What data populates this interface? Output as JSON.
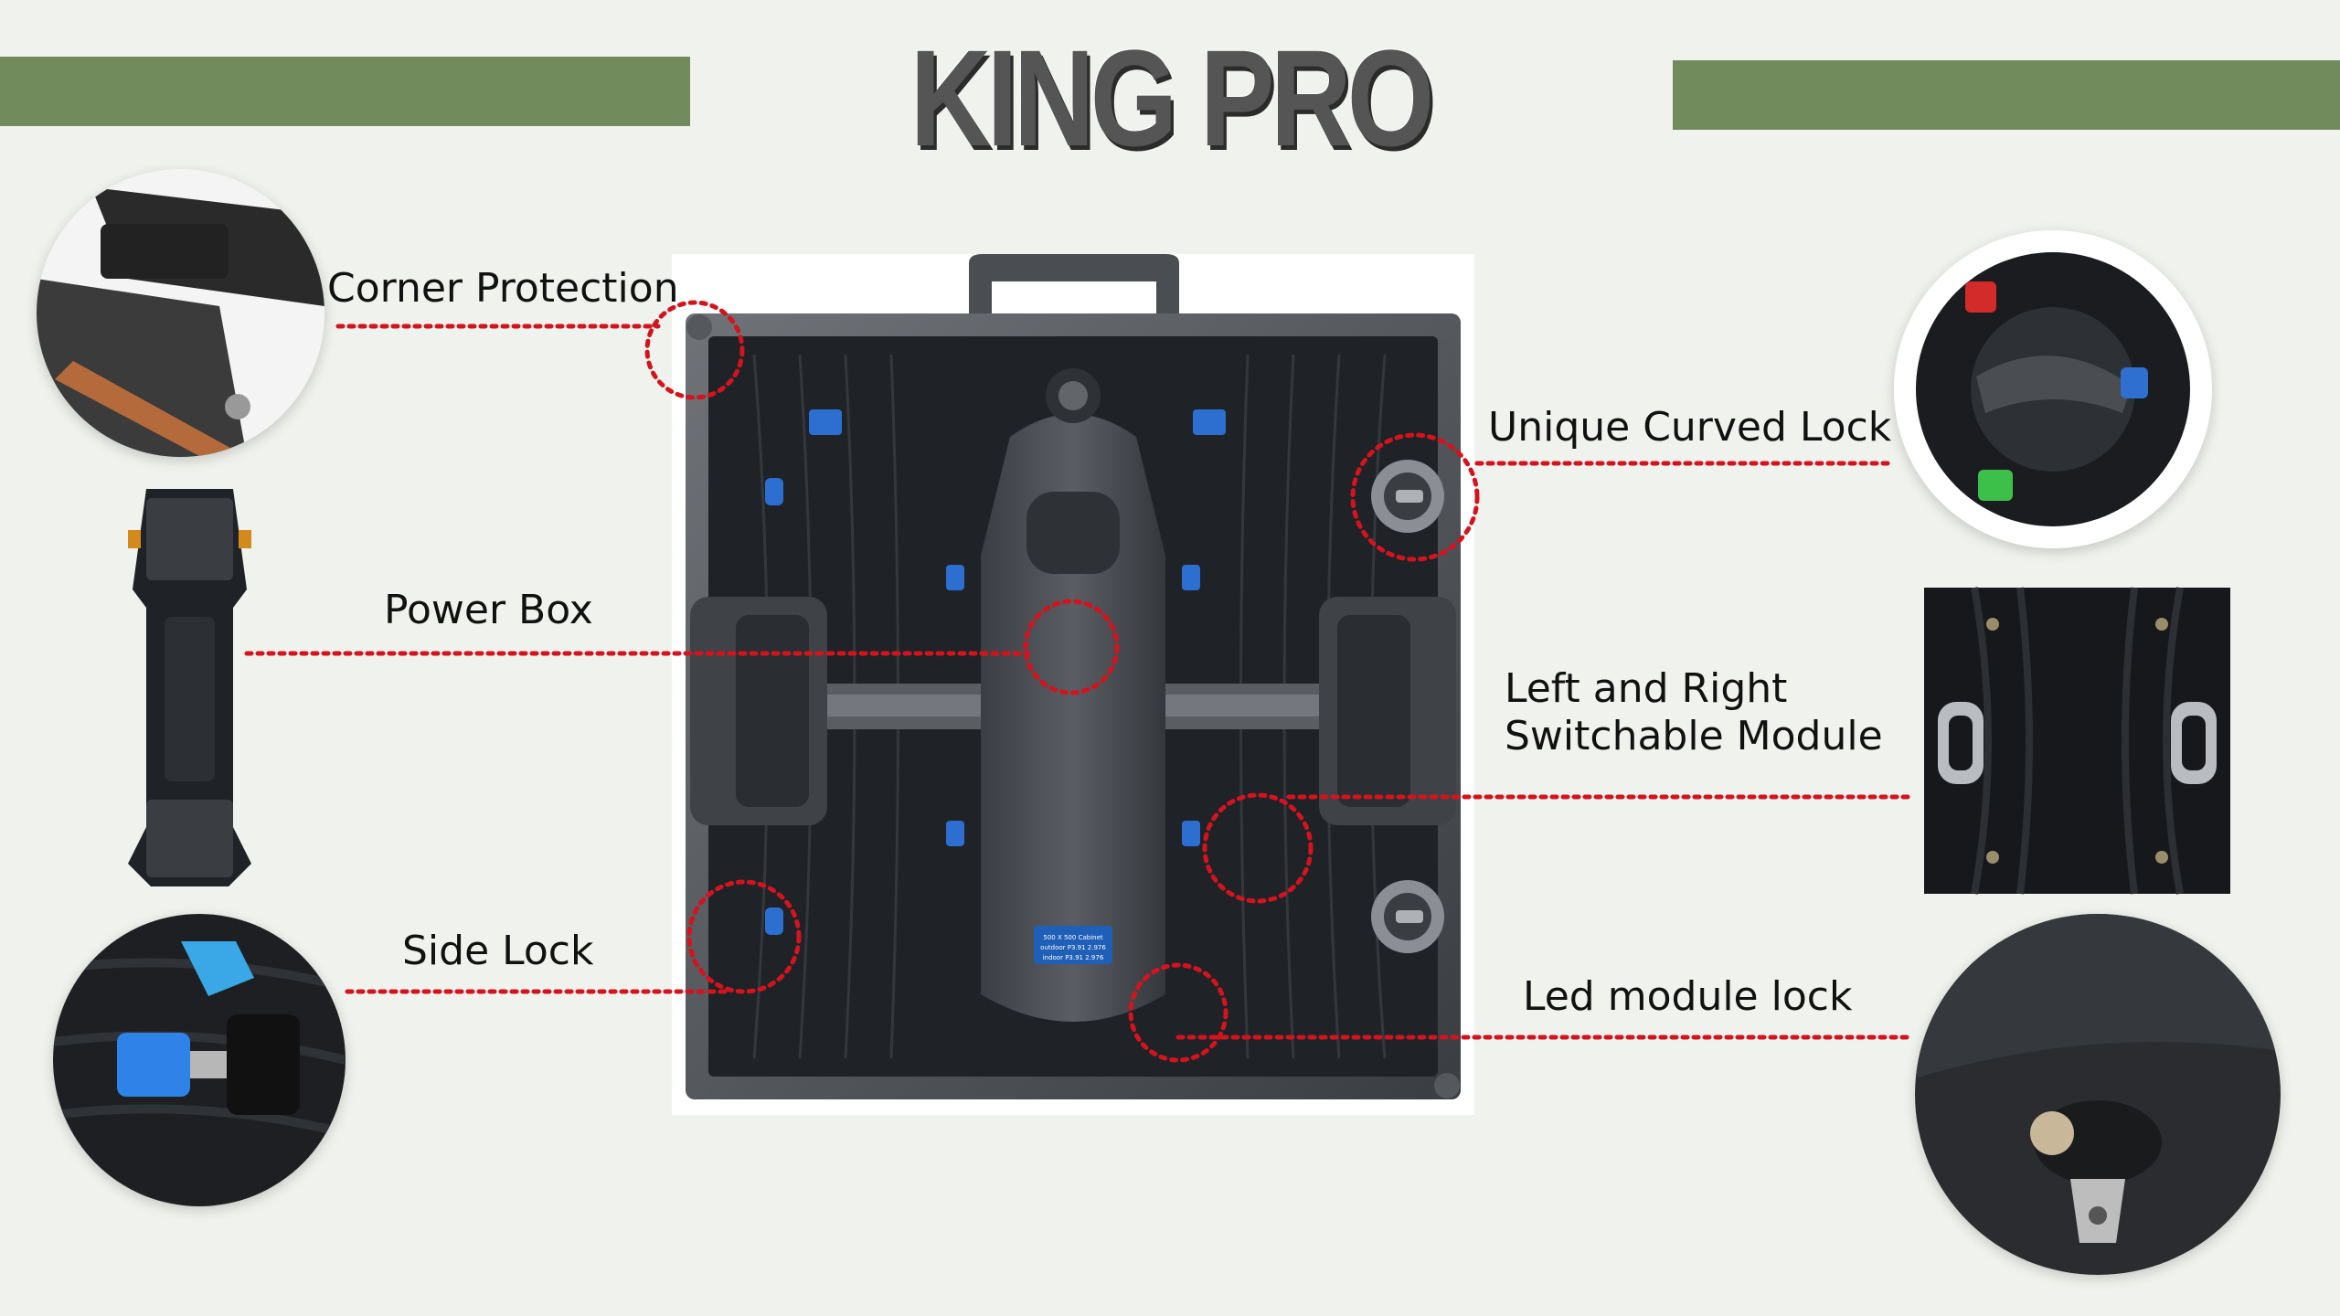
{
  "title": "KING PRO",
  "accent_color": "#728b5d",
  "callout_color": "#d2141e",
  "labels": {
    "corner_protection": "Corner Protection",
    "power_box": "Power Box",
    "side_lock": "Side Lock",
    "curved_lock": "Unique Curved Lock",
    "switchable_line1": "Left and Right",
    "switchable_line2": "Switchable Module",
    "led_module_lock": "Led module lock"
  },
  "cabinet_badge": {
    "line1": "500 X 500 Cabinet",
    "line2": "outdoor P3.91 2.976",
    "line3": "indoor P3.91 2.976"
  },
  "icons": [
    "cabinet-photo",
    "corner-protection-photo",
    "power-box-photo",
    "side-lock-photo",
    "curved-lock-photo",
    "module-photo",
    "led-module-lock-photo"
  ]
}
